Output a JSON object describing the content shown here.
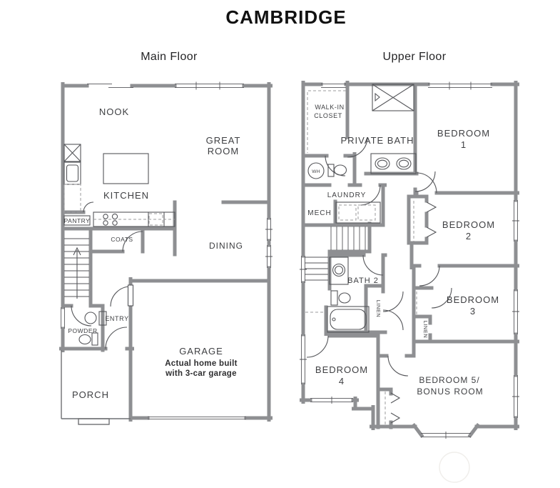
{
  "title": "CAMBRIDGE",
  "floors": {
    "main": {
      "heading": "Main Floor",
      "labels": {
        "nook": "NOOK",
        "great_1": "GREAT",
        "great_2": "ROOM",
        "kitchen": "KITCHEN",
        "pantry": "PANTRY",
        "coats": "COATS",
        "dining": "DINING",
        "entry": "ENTRY",
        "powder": "POWDER",
        "garage": "GARAGE",
        "garage_note_1": "Actual home built",
        "garage_note_2": "with 3-car garage",
        "porch": "PORCH"
      }
    },
    "upper": {
      "heading": "Upper Floor",
      "labels": {
        "walkin_1": "WALK-IN",
        "walkin_2": "CLOSET",
        "private_bath": "PRIVATE BATH",
        "bedroom1_1": "BEDROOM",
        "bedroom1_2": "1",
        "wh": "WH",
        "laundry": "LAUNDRY",
        "mech": "MECH",
        "bedroom2_1": "BEDROOM",
        "bedroom2_2": "2",
        "bath2": "BATH 2",
        "linen_a": "LINEN",
        "linen_b": "LINEN",
        "bedroom3_1": "BEDROOM",
        "bedroom3_2": "3",
        "bedroom4_1": "BEDROOM",
        "bedroom4_2": "4",
        "bedroom5_1": "BEDROOM 5/",
        "bedroom5_2": "BONUS ROOM"
      }
    }
  },
  "colors": {
    "wall_gray": "#8e8f92",
    "line_gray": "#55565a",
    "text_gray": "#3e3f42",
    "title_black": "#111111"
  }
}
